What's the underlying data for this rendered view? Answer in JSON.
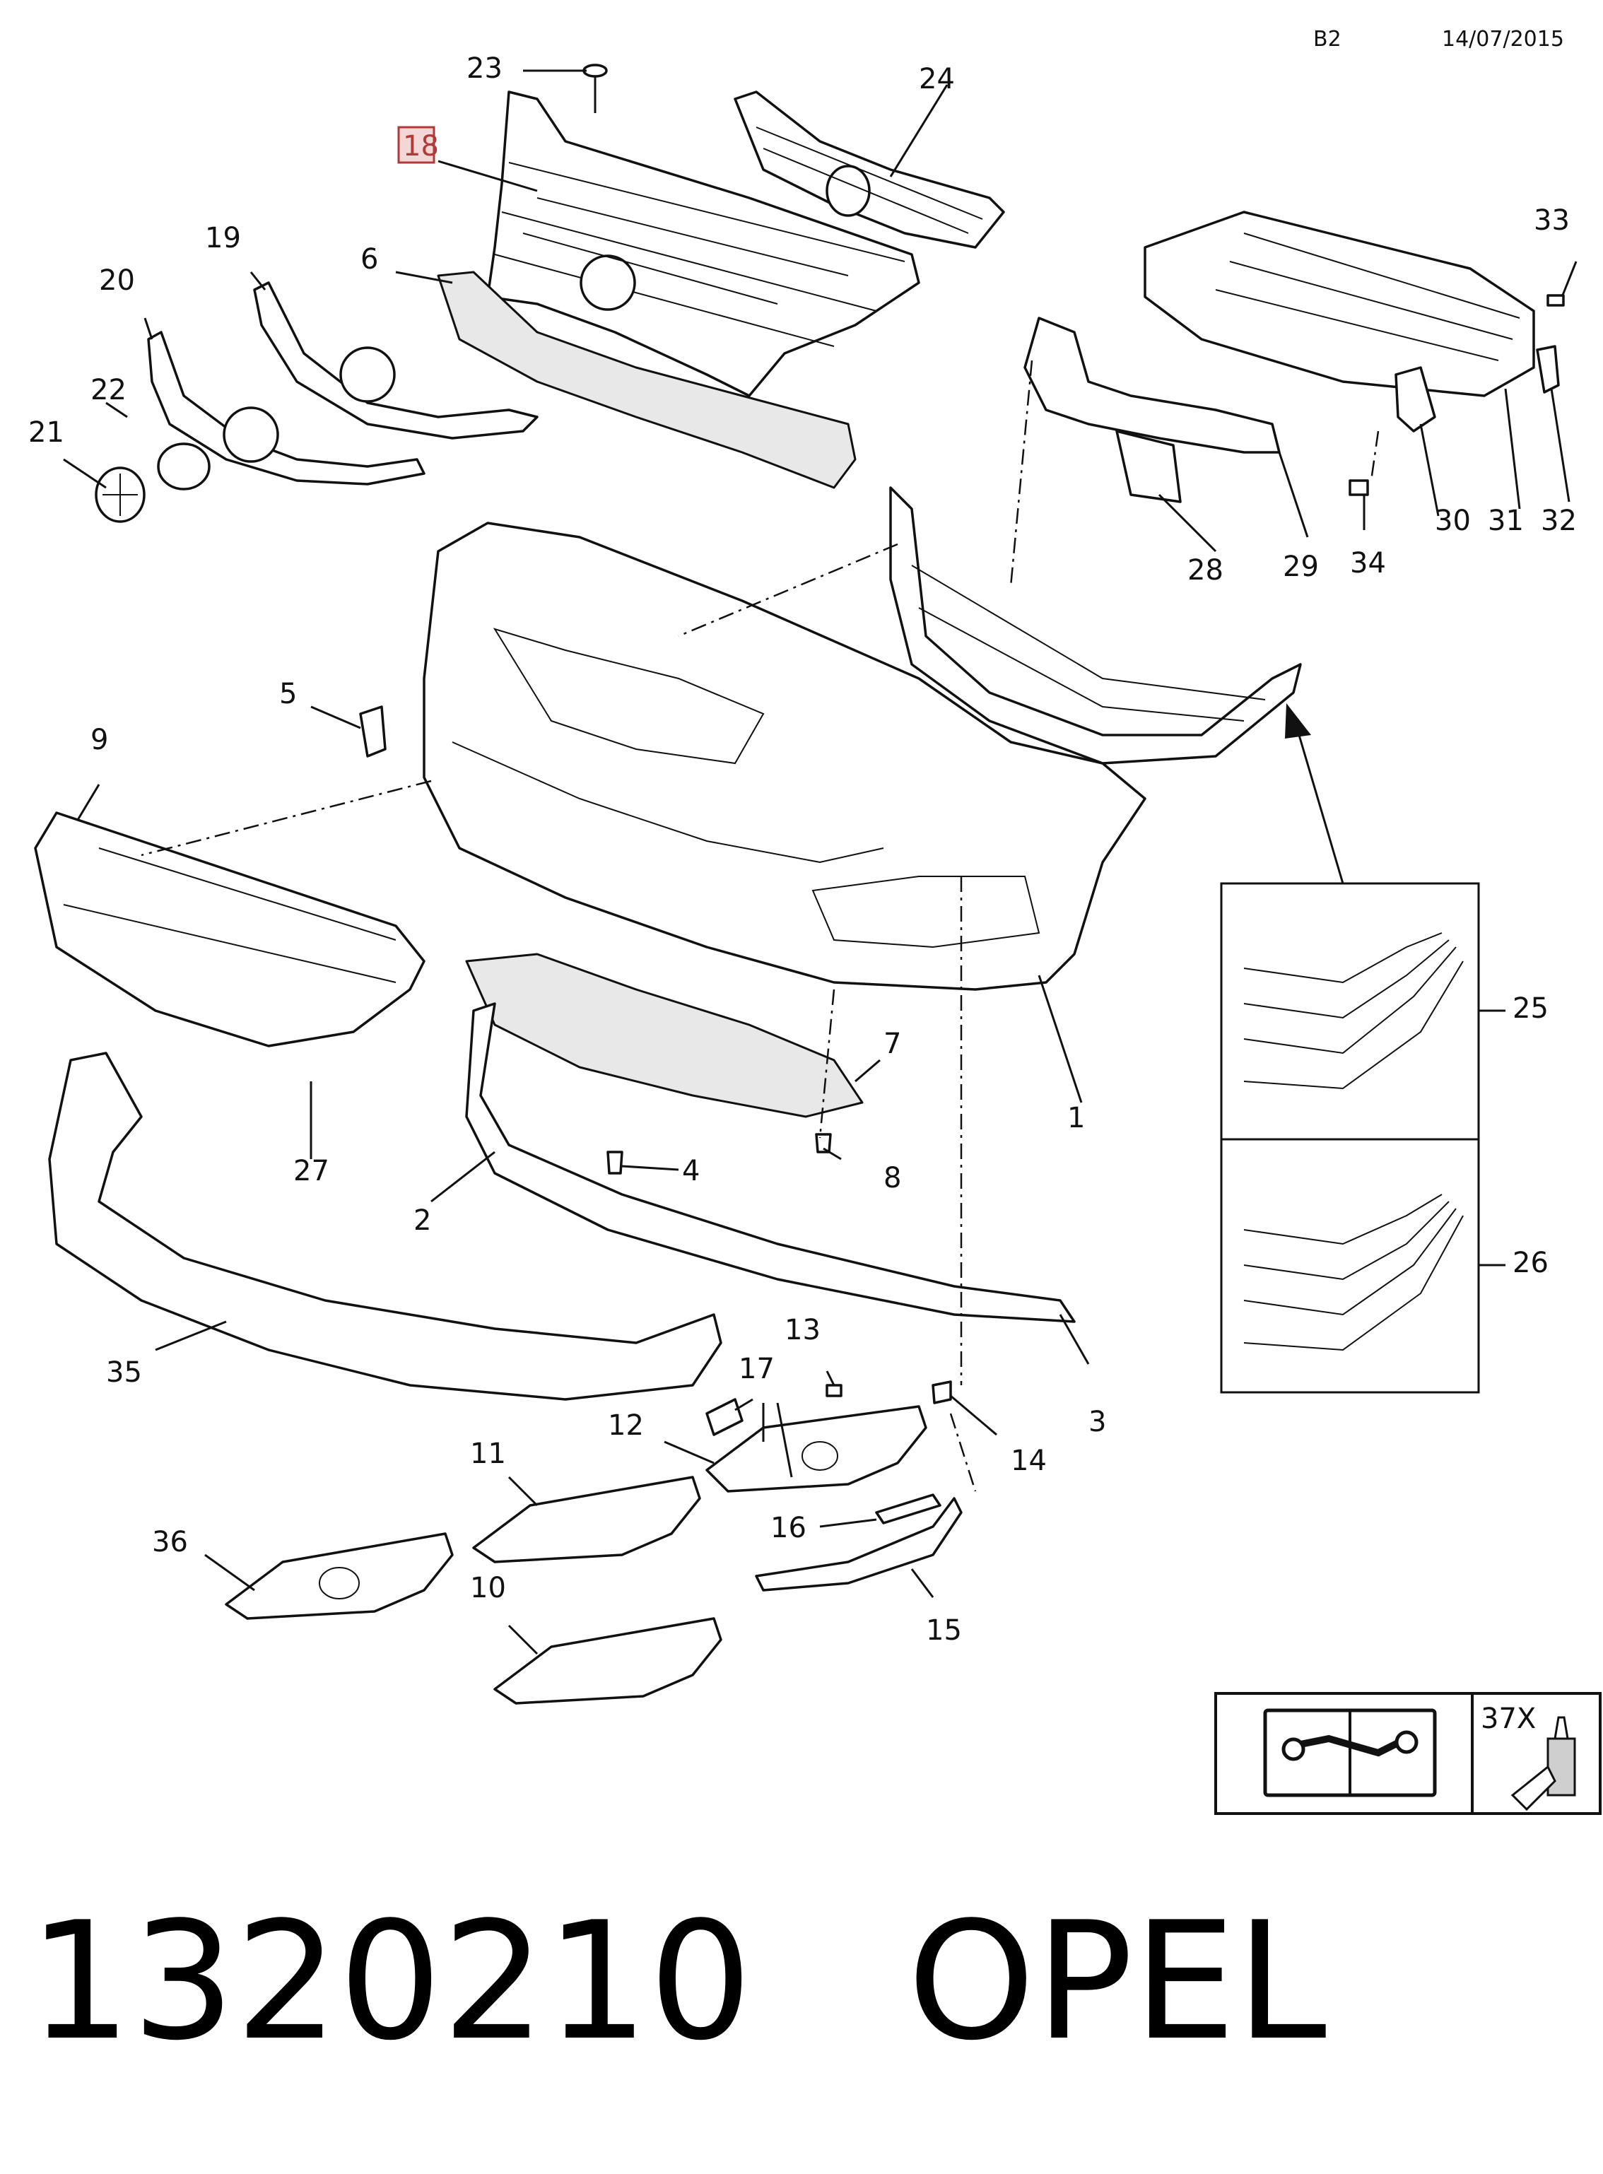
{
  "header": {
    "sheet": "B2",
    "date": "14/07/2015"
  },
  "reference": {
    "number": "1320210",
    "brand": "OPEL"
  },
  "callouts": {
    "c1": "1",
    "c2": "2",
    "c3": "3",
    "c4": "4",
    "c5": "5",
    "c6": "6",
    "c7": "7",
    "c8": "8",
    "c9": "9",
    "c10": "10",
    "c11": "11",
    "c12": "12",
    "c13": "13",
    "c14": "14",
    "c15": "15",
    "c16": "16",
    "c17": "17",
    "c18": "18",
    "c19": "19",
    "c20": "20",
    "c21": "21",
    "c22": "22",
    "c23": "23",
    "c24": "24",
    "c25": "25",
    "c26": "26",
    "c27": "27",
    "c28": "28",
    "c29": "29",
    "c30": "30",
    "c31": "31",
    "c32": "32",
    "c33": "33",
    "c34": "34",
    "c35": "35",
    "c36": "36"
  },
  "service_box": {
    "icon": "manual-wrench-icon",
    "label": "37X",
    "adhesive_icon": "adhesive-tube-icon"
  },
  "highlight": {
    "callout": "18",
    "color": "#b03a3a"
  }
}
